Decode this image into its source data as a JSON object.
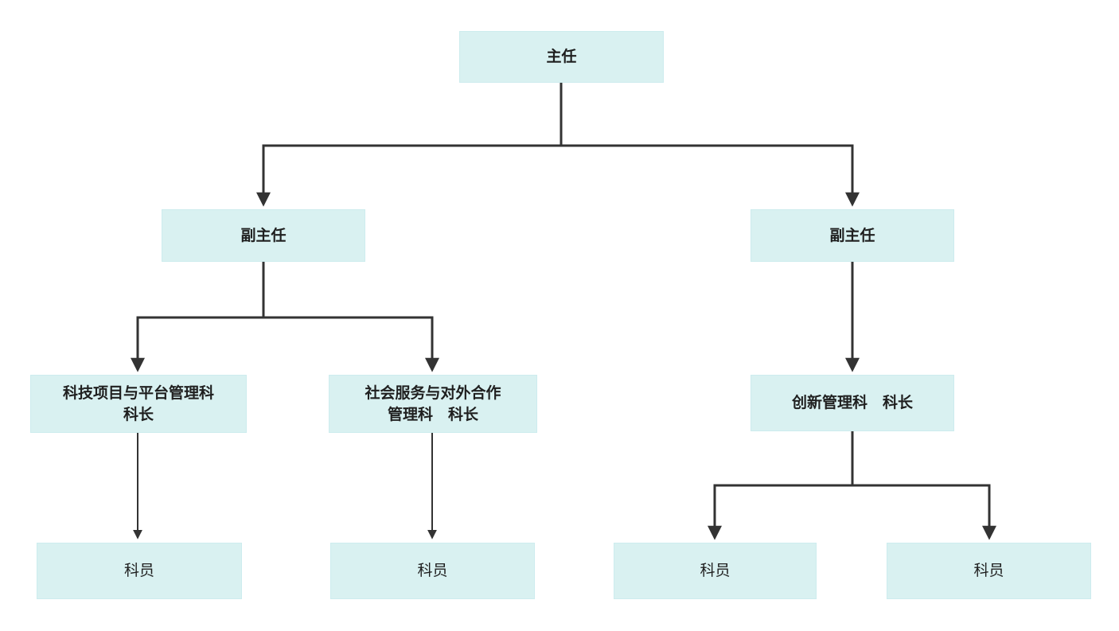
{
  "diagram": {
    "kind": "org-chart",
    "colors": {
      "node_fill": "#d9f1f1",
      "node_border": "#cdecee",
      "node_text": "#1f1f1f",
      "connector_line": "#333333"
    },
    "nodes": [
      {
        "id": "director",
        "label": "主任"
      },
      {
        "id": "deputy-director-left",
        "label": "副主任"
      },
      {
        "id": "deputy-director-right",
        "label": "副主任"
      },
      {
        "id": "section-chief-tech",
        "label": "科技项目与平台管理科\n科长"
      },
      {
        "id": "section-chief-social",
        "label": "社会服务与对外合作\n管理科　科长"
      },
      {
        "id": "section-chief-innovation",
        "label": "创新管理科　科长"
      },
      {
        "id": "staff-1",
        "label": "科员"
      },
      {
        "id": "staff-2",
        "label": "科员"
      },
      {
        "id": "staff-3",
        "label": "科员"
      },
      {
        "id": "staff-4",
        "label": "科员"
      }
    ],
    "edges": [
      {
        "from": "director",
        "to": "deputy-director-left"
      },
      {
        "from": "director",
        "to": "deputy-director-right"
      },
      {
        "from": "deputy-director-left",
        "to": "section-chief-tech"
      },
      {
        "from": "deputy-director-left",
        "to": "section-chief-social"
      },
      {
        "from": "deputy-director-right",
        "to": "section-chief-innovation"
      },
      {
        "from": "section-chief-tech",
        "to": "staff-1"
      },
      {
        "from": "section-chief-social",
        "to": "staff-2"
      },
      {
        "from": "section-chief-innovation",
        "to": "staff-3"
      },
      {
        "from": "section-chief-innovation",
        "to": "staff-4"
      }
    ]
  }
}
